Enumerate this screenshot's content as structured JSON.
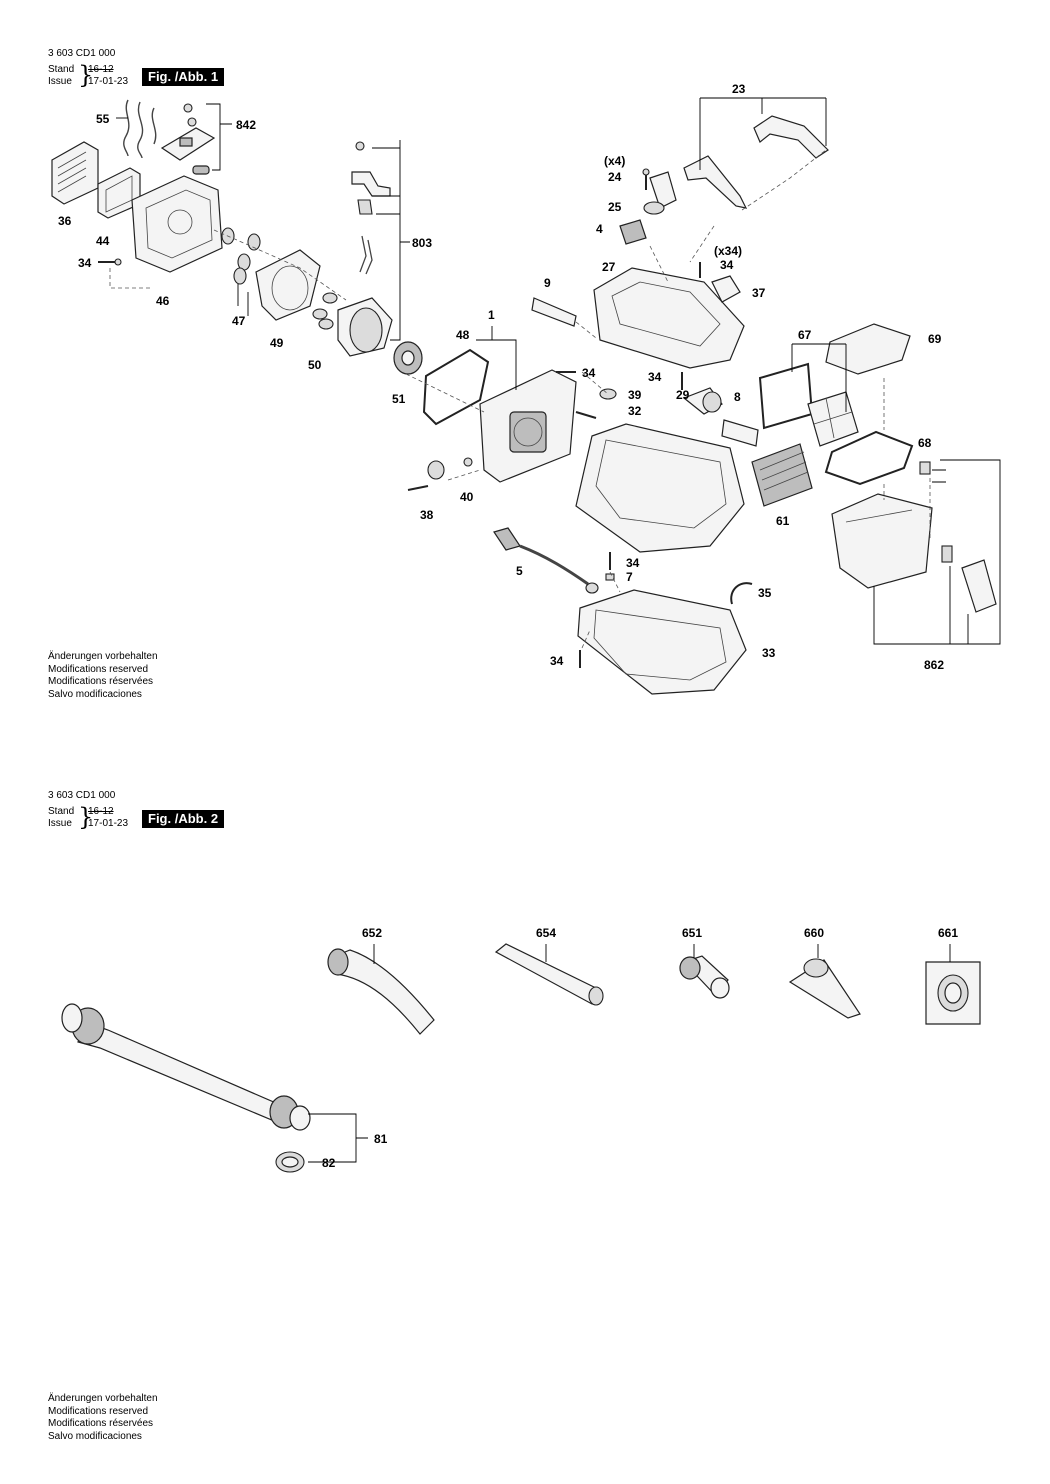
{
  "sheets": [
    {
      "doc_number": "3 603 CD1 000",
      "stand_label": "Stand",
      "issue_label": "Issue",
      "stand_old": "16-12",
      "issue_date": "17-01-23",
      "figure_label": "Fig. /Abb. 1"
    },
    {
      "doc_number": "3 603 CD1 000",
      "stand_label": "Stand",
      "issue_label": "Issue",
      "stand_old": "16-12",
      "issue_date": "17-01-23",
      "figure_label": "Fig. /Abb. 2"
    }
  ],
  "footer_lines": [
    "Änderungen vorbehalten",
    "Modifications reserved",
    "Modifications réservées",
    "Salvo modificaciones"
  ],
  "parts_fig1": [
    "55",
    "842",
    "36",
    "44",
    "34",
    "46",
    "47",
    "49",
    "50",
    "803",
    "51",
    "48",
    "1",
    "9",
    "27",
    "23",
    "24",
    "25",
    "4",
    "34",
    "37",
    "34",
    "39",
    "32",
    "29",
    "8",
    "34",
    "67",
    "69",
    "68",
    "40",
    "38",
    "61",
    "5",
    "34",
    "7",
    "35",
    "33",
    "34",
    "862"
  ],
  "qty_notes": [
    "(x4)",
    "(x34)"
  ],
  "parts_fig2": [
    "652",
    "654",
    "651",
    "660",
    "661",
    "81",
    "82"
  ]
}
